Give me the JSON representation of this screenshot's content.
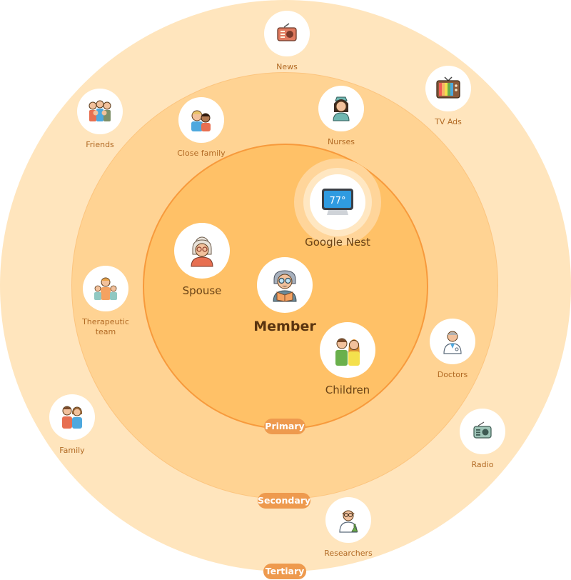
{
  "diagram": {
    "center": {
      "label": "Member",
      "icon": "grandfather-reading-icon"
    },
    "ring_labels": {
      "primary": "Primary",
      "secondary": "Secondary",
      "tertiary": "Tertiary"
    },
    "primary": [
      {
        "label": "Spouse",
        "icon": "grandmother-icon"
      },
      {
        "label": "Google Nest",
        "icon": "thermostat-icon",
        "display": "77°"
      },
      {
        "label": "Children",
        "icon": "couple-icon"
      }
    ],
    "secondary": [
      {
        "label": "Close family",
        "icon": "family-pair-icon"
      },
      {
        "label": "Nurses",
        "icon": "nurse-icon"
      },
      {
        "label": "Therapeutic team",
        "icon": "therapy-team-icon"
      },
      {
        "label": "Doctors",
        "icon": "doctor-icon"
      },
      {
        "label": "Researchers",
        "icon": "scientist-icon"
      }
    ],
    "tertiary": [
      {
        "label": "News",
        "icon": "radio-news-icon"
      },
      {
        "label": "TV Ads",
        "icon": "tv-icon"
      },
      {
        "label": "Friends",
        "icon": "friends-group-icon"
      },
      {
        "label": "Family",
        "icon": "family-icon"
      },
      {
        "label": "Radio",
        "icon": "radio-icon"
      }
    ]
  },
  "colors": {
    "tertiary_ring": "#ffe5bd",
    "secondary_ring": "#ffd393",
    "primary_ring": "#ffc167",
    "primary_border": "#f79a3c",
    "pill": "#ee9a4e",
    "label": "#b26a24"
  }
}
